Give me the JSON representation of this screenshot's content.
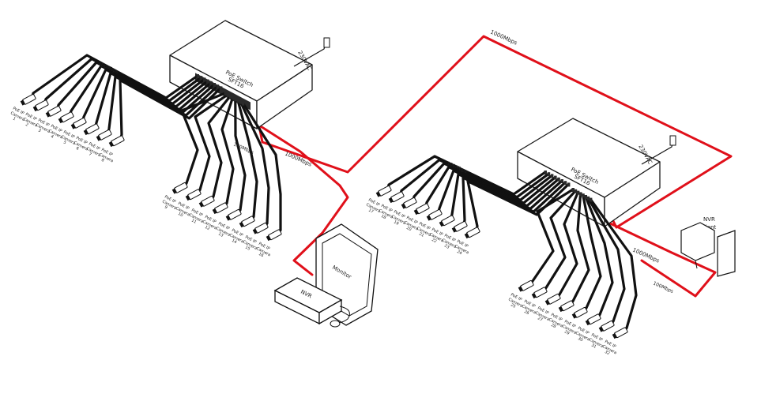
{
  "switches": [
    {
      "name": "PoE Switch",
      "model": "SFT16",
      "power": "230VAC"
    },
    {
      "name": "PoE Switch",
      "model": "SFT16",
      "power": "230VAC"
    }
  ],
  "nvr": {
    "label": "NVR"
  },
  "monitor": {
    "label": "Monitor"
  },
  "client": {
    "line1": "NVR",
    "line2": "Client"
  },
  "links": {
    "cam_speed": "100Mbps",
    "uplink_speed": "1000Mbps",
    "inter_switch": "1000Mbps"
  },
  "camera": {
    "line1": "PoE IP",
    "line2": "Camera"
  },
  "cameras": [
    "1",
    "2",
    "3",
    "4",
    "5",
    "6",
    "7",
    "8",
    "9",
    "10",
    "11",
    "12",
    "13",
    "14",
    "15",
    "16",
    "17",
    "18",
    "19",
    "20",
    "21",
    "22",
    "23",
    "24",
    "25",
    "26",
    "27",
    "28",
    "29",
    "30",
    "31",
    "32"
  ],
  "colors": {
    "poe_cable": "#111111",
    "uplink": "#e0101a"
  }
}
